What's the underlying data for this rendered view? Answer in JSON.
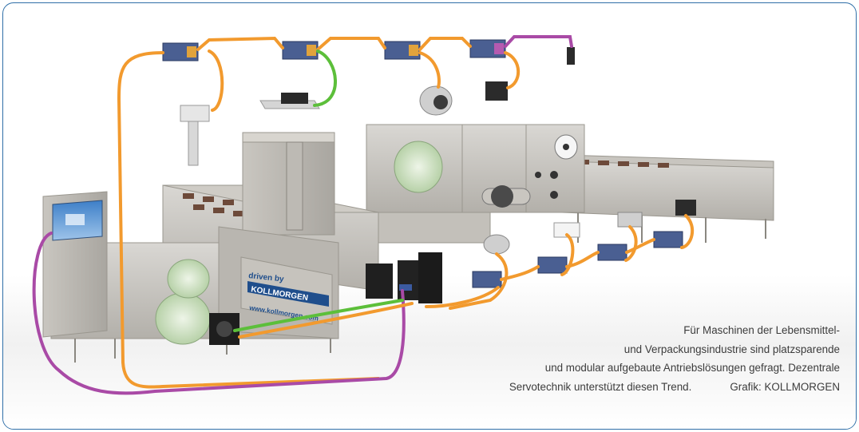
{
  "panel_branding": {
    "driven_by": "driven by",
    "brand": "KOLLMORGEN",
    "url": "www.kollmorgen.com"
  },
  "caption": {
    "lines": [
      "Für Maschinen der Lebensmittel-",
      "und Verpackungsindustrie sind platzsparende",
      "und modular aufgebaute Antriebslösungen gefragt. Dezentrale",
      "Servotechnik unterstützt diesen Trend."
    ],
    "credit": "Grafik: KOLLMORGEN"
  },
  "colors": {
    "frame_border": "#2f6fa8",
    "cable_orange": "#f29a2e",
    "cable_purple": "#a94aa6",
    "cable_green": "#5cbf3a",
    "drive_blue": "#3b5aa0",
    "brand_blue": "#1f4e8c"
  }
}
